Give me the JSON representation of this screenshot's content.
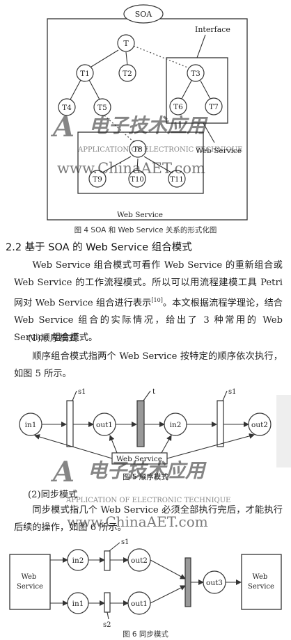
{
  "figure4": {
    "root_label": "SOA",
    "interface_label": "Interface",
    "nodes": [
      "T",
      "T1",
      "T2",
      "T3",
      "T4",
      "T5",
      "T6",
      "T7",
      "T8",
      "T9",
      "T10",
      "T11"
    ],
    "inner_service_label": "Web Service",
    "bottom_service_label": "Web Service",
    "caption": "图 4  SOA 和 Web Service 关系的形式化图"
  },
  "section": {
    "heading": "2.2  基于 SOA 的 Web Service 组合模式",
    "paragraph1": "Web Service 组合模式可看作 Web Service 的重新组合或 Web Service 的工作流程模式。所以可以用流程建模工具 Petri 网对 Web Service 组合进行表示",
    "paragraph1_ref": "[10]",
    "paragraph1_tail": "。本文根据流程学理论，结合 Web Service 组合的实际情况，给出了 3 种常用的 Web Service 组合模式。",
    "sub1": "(1)顺序模式",
    "paragraph2": "顺序组合模式指两个 Web Service 按特定的顺序依次执行，如图 5 所示。",
    "sub2": "(2)同步模式",
    "paragraph3": "同步模式指几个 Web Service 必须全部执行完后，才能执行后续的操作，如图 6 所示。"
  },
  "figure5": {
    "places": [
      "in1",
      "out1",
      "in2",
      "out2"
    ],
    "transitions": [
      "s1",
      "t",
      "s1"
    ],
    "service_label": "Web Service",
    "caption": "图 5  顺序模式"
  },
  "figure6": {
    "left_box": "Web Service",
    "right_box": "Web Service",
    "places": [
      "in2",
      "out2",
      "in1",
      "out1",
      "out3"
    ],
    "transitions": [
      "s1",
      "s2"
    ],
    "caption": "图 6  同步模式"
  },
  "watermark": {
    "logo": "电子技术应用",
    "subtitle": "APPLICATION OF ELECTRONIC TECHNIQUE",
    "url": "www.ChinaAET.com"
  }
}
